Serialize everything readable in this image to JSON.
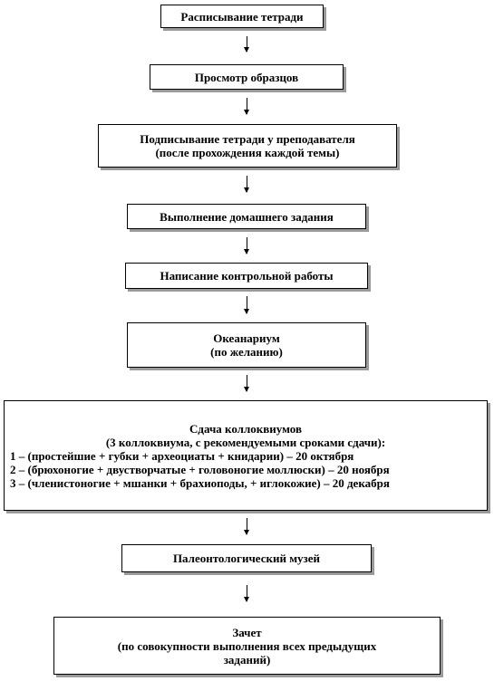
{
  "flow": {
    "step1": "Расписывание тетради",
    "step2": "Просмотр образцов",
    "step3": {
      "line1": "Подписывание тетради у преподавателя",
      "line2": "(после прохождения каждой темы)"
    },
    "step4": "Выполнение домашнего задания",
    "step5": "Написание контрольной работы",
    "step6": {
      "line1": "Океанариум",
      "line2": "(по желанию)"
    },
    "step7": {
      "title": "Сдача коллоквиумов",
      "subtitle": "(3 коллоквиума, с рекомендуемыми сроками сдачи):",
      "items": [
        "1 – (простейшие + губки + археоциаты + книдарии) – 20 октября",
        "2 – (брюхоногие + двустворчатые + головоногие моллюски) – 20 ноября",
        "3 – (членистоногие + мшанки + брахиоподы, + иглокожие) – 20 декабря"
      ]
    },
    "step8": "Палеонтологический музей",
    "step9": {
      "line1": "Зачет",
      "line2": "(по совокупности выполнения всех предыдущих",
      "line3": "заданий)"
    }
  }
}
